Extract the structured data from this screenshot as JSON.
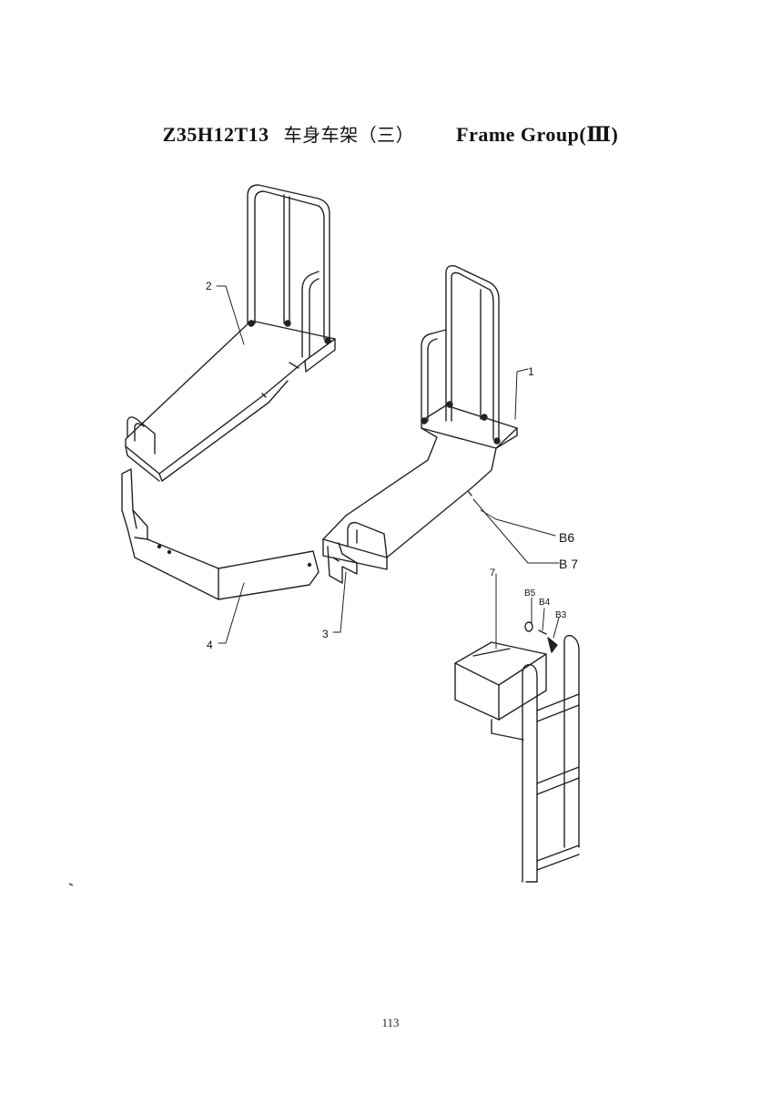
{
  "header": {
    "model_code": "Z35H12T13",
    "title_cn": "车身车架（三）",
    "title_en": "Frame Group(Ⅲ)"
  },
  "diagram": {
    "labels": {
      "part_1": "1",
      "part_2": "2",
      "part_3": "3",
      "part_4": "4",
      "part_7": "7",
      "b3": "B3",
      "b4": "B4",
      "b5": "B5",
      "b6": "B6",
      "b7": "B 7"
    }
  },
  "footer": {
    "page_number": "113"
  }
}
